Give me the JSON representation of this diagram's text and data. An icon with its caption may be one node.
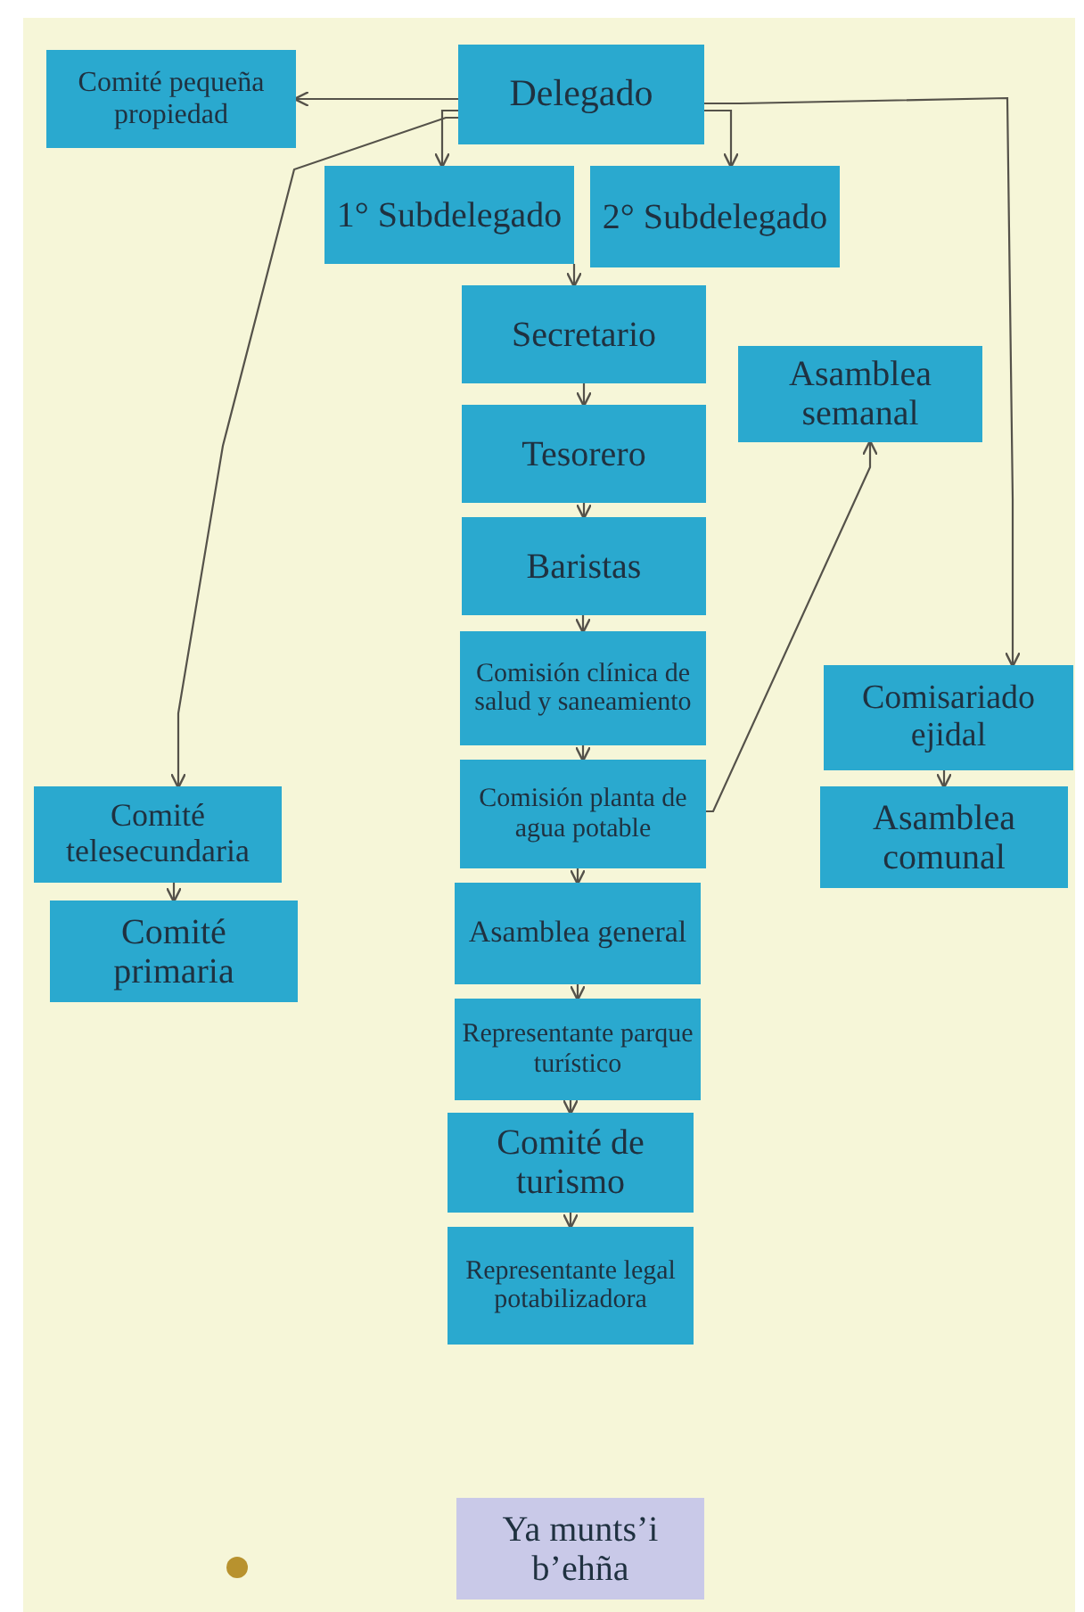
{
  "diagram": {
    "nodes": [
      {
        "text": [
          "Delegado"
        ]
      },
      {
        "text": [
          "Comité pequeña propiedad"
        ]
      },
      {
        "text": [
          "1° Subdelegado"
        ]
      },
      {
        "text": [
          "2° Subdelegado"
        ]
      },
      {
        "text": [
          "Secretario"
        ]
      },
      {
        "text": [
          "Asamblea semanal"
        ]
      },
      {
        "text": [
          "Tesorero"
        ]
      },
      {
        "text": [
          "Baristas"
        ]
      },
      {
        "text": [
          "Comisión clínica de salud y saneamiento"
        ]
      },
      {
        "text": [
          "Comisión planta de agua potable"
        ]
      },
      {
        "text": [
          "Asamblea general"
        ]
      },
      {
        "text": [
          "Representante parque turístico"
        ]
      },
      {
        "text": [
          "Comité de turismo"
        ]
      },
      {
        "text": [
          "Representante legal potabilizadora"
        ]
      },
      {
        "text": [
          "Comité telesecundaria"
        ]
      },
      {
        "text": [
          "Comité primaria"
        ]
      },
      {
        "text": [
          "Comisariado ejidal"
        ]
      },
      {
        "text": [
          "Asamblea comunal"
        ]
      },
      {
        "text": [
          "Ya munts’i b’ehña"
        ]
      }
    ],
    "edges": [
      {
        "from": 0,
        "to": 1,
        "arrow": "to"
      },
      {
        "from": 0,
        "to": 2,
        "arrow": "to"
      },
      {
        "from": 0,
        "to": 3,
        "arrow": "to"
      },
      {
        "from": 0,
        "to": 14,
        "arrow": "to"
      },
      {
        "from": 0,
        "to": 16,
        "arrow": "to"
      },
      {
        "from": 2,
        "to": 4,
        "arrow": "to"
      },
      {
        "from": 4,
        "to": 6,
        "arrow": "to"
      },
      {
        "from": 6,
        "to": 7,
        "arrow": "to"
      },
      {
        "from": 7,
        "to": 8,
        "arrow": "to"
      },
      {
        "from": 8,
        "to": 9,
        "arrow": "to"
      },
      {
        "from": 9,
        "to": 10,
        "arrow": "to"
      },
      {
        "from": 10,
        "to": 11,
        "arrow": "to"
      },
      {
        "from": 11,
        "to": 12,
        "arrow": "to"
      },
      {
        "from": 12,
        "to": 13,
        "arrow": "to"
      },
      {
        "from": 9,
        "to": 5,
        "arrow": "to"
      },
      {
        "from": 14,
        "to": 15,
        "arrow": "to"
      },
      {
        "from": 16,
        "to": 17,
        "arrow": "to"
      }
    ]
  }
}
